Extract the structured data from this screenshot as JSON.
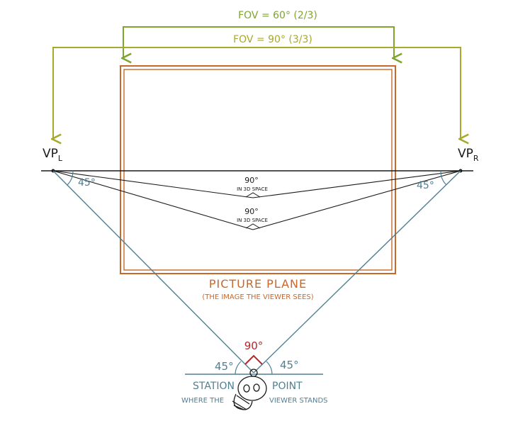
{
  "labels": {
    "fov_60": "FOV = 60° (2/3)",
    "fov_90": "FOV = 90° (3/3)",
    "vp_left": "VP",
    "vp_left_sub": "L",
    "vp_right": "VP",
    "vp_right_sub": "R",
    "angle_left_top": "45°",
    "angle_right_top": "45°",
    "angle_3d_upper": "90°",
    "angle_3d_upper_note": "IN 3D SPACE",
    "angle_3d_lower": "90°",
    "angle_3d_lower_note": "IN 3D SPACE",
    "picture_plane_title": "PICTURE PLANE",
    "picture_plane_note": "(THE IMAGE THE VIEWER SEES)",
    "station_angle": "90°",
    "station_left_angle": "45°",
    "station_right_angle": "45°",
    "station": "STATION",
    "point": "POINT",
    "where_the": "WHERE THE",
    "viewer_stands": "VIEWER STANDS"
  },
  "colors": {
    "fov_60": "#7ea52e",
    "fov_90": "#a8a82a",
    "picture_plane": "#c8682a",
    "picture_plane_text": "#c8682a",
    "sight_lines": "#4f7f95",
    "horizon": "#1a1a1a",
    "ink": "#222222",
    "right_angle_mark": "#b5262b",
    "ground": "#4f7f95"
  }
}
